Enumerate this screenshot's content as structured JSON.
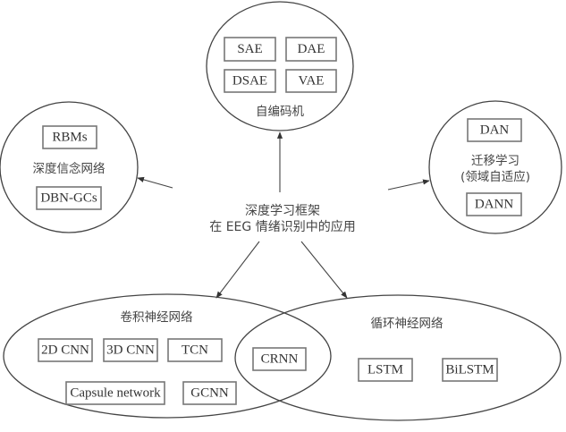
{
  "center": {
    "line1": "深度学习框架",
    "line2": "在 EEG 情绪识别中的应用"
  },
  "autoencoder": {
    "title": "自编码机",
    "items": [
      "SAE",
      "DAE",
      "DSAE",
      "VAE"
    ]
  },
  "dbn": {
    "title": "深度信念网络",
    "items": [
      "RBMs",
      "DBN-GCs"
    ]
  },
  "transfer": {
    "title_line1": "迁移学习",
    "title_line2": "(领域自适应)",
    "items": [
      "DAN",
      "DANN"
    ]
  },
  "cnn": {
    "title": "卷积神经网络",
    "items": [
      "2D CNN",
      "3D CNN",
      "TCN",
      "Capsule network",
      "GCNN"
    ]
  },
  "rnn": {
    "title": "循环神经网络",
    "items": [
      "LSTM",
      "BiLSTM"
    ]
  },
  "shared": {
    "items": [
      "CRNN"
    ]
  }
}
